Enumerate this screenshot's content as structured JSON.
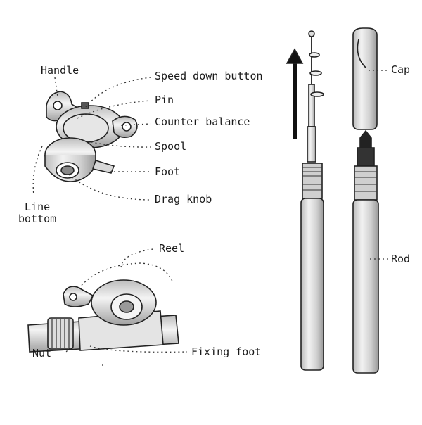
{
  "diagram": {
    "labels": {
      "handle": "Handle",
      "speed_down_button": "Speed down button",
      "pin": "Pin",
      "counter_balance": "Counter balance",
      "spool": "Spool",
      "foot": "Foot",
      "drag_knob": "Drag knob",
      "line_bottom": "Line\nbottom",
      "reel": "Reel",
      "nut": "Nut",
      "fixing_foot": "Fixing foot",
      "cap": "Cap",
      "rod": "Rod"
    }
  }
}
